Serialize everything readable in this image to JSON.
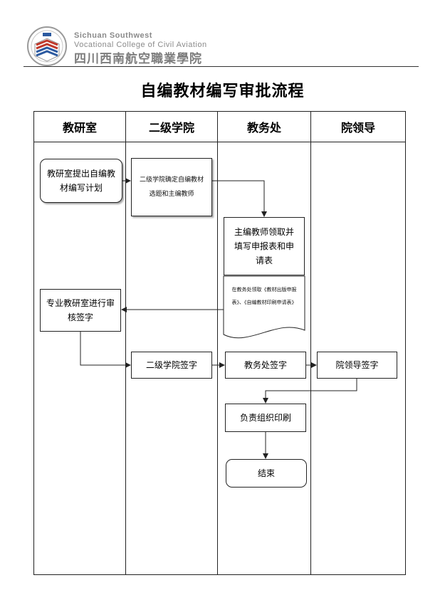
{
  "header": {
    "logo_en_line1": "Sichuan Southwest",
    "logo_en_line2": "Vocational College of Civil Aviation",
    "logo_cn": "四川西南航空職業學院"
  },
  "title": "自编教材编写审批流程",
  "lanes": [
    "教研室",
    "二级学院",
    "教务处",
    "院领导"
  ],
  "nodes": {
    "n1": "教研室提出自编教材编写计划",
    "n2": "二级学院确定自编教材选题和主编教师",
    "n3": "主编教师领取并填写申报表和申请表",
    "n4": "在教务处领取《教材出版申报表》、《自编教材印刷申请表》",
    "n5": "专业教研室进行审核签字",
    "n6": "二级学院签字",
    "n7": "教务处签字",
    "n8": "院领导签字",
    "n9": "负责组织印刷",
    "n10": "结束"
  },
  "colors": {
    "line": "#222222",
    "logo_red": "#c0392b",
    "logo_blue": "#2c5aa0",
    "logo_gray": "#8a8a8a"
  }
}
